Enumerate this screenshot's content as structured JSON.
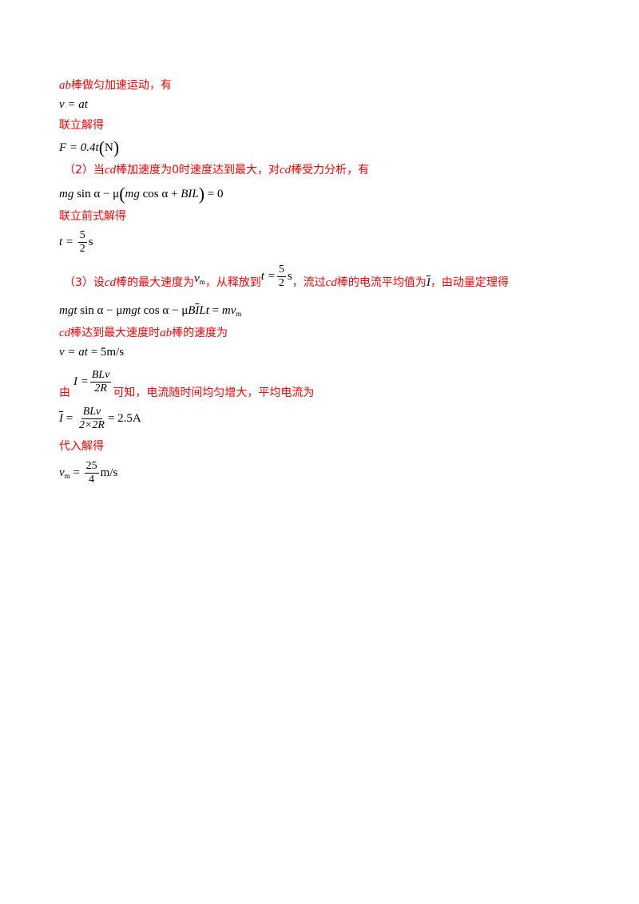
{
  "lines": {
    "l1": {
      "var": "ab",
      "text": "棒做匀加速运动，有"
    },
    "l2": {
      "formula": "v = at"
    },
    "l3": {
      "text": "联立解得"
    },
    "l4": {
      "lhs": "F = 0.4",
      "t": "t",
      "unit": "N"
    },
    "l5": {
      "pre": "（2）当",
      "var": "cd",
      "text": "棒加速度为0时速度达到最大，对",
      "var2": "cd",
      "text2": "棒受力分析，有"
    },
    "l6": {
      "a": "mg",
      "b": " sin α − μ",
      "c": "mg",
      "d": " cos α + ",
      "e": "BIL",
      "f": " = 0"
    },
    "l7": {
      "text": "联立前式解得"
    },
    "l8": {
      "lhs": "t =",
      "num": "5",
      "den": "2",
      "unit": "s"
    },
    "l9": {
      "pre": "（3）设",
      "var": "cd",
      "t1": "棒的最大速度为",
      "vm_v": "v",
      "vm_s": "m",
      "t2": "，从释放到",
      "t_lhs": "t =",
      "t_num": "5",
      "t_den": "2",
      "t_unit": "s",
      "t3": "，流过",
      "var2": "cd",
      "t4": "棒的电流平均值为",
      "ibar": "I",
      "t5": "，由动量定理得"
    },
    "l10": {
      "a": "mgt",
      "b": " sin α − μ",
      "c": "mgt",
      "d": " cos α − μ",
      "e": "B",
      "f": "I",
      "g": "Lt",
      "h": " = ",
      "k": "mv",
      "s": "m"
    },
    "l11": {
      "var": "cd",
      "t1": "棒达到最大速度时",
      "var2": "ab",
      "t2": "棒的速度为"
    },
    "l12": {
      "formula": "v = at",
      "rhs": " = 5m/s"
    },
    "l13": {
      "pre": "由",
      "lhs": "I =",
      "num": "BLv",
      "den": "2R",
      "t1": "可知，电流随时间均匀增大，平均电流为"
    },
    "l14": {
      "lhs": "I",
      "eq": " =",
      "num": "BLv",
      "den": "2×2R",
      "rhs": "= 2.5A"
    },
    "l15": {
      "text": "代入解得"
    },
    "l16": {
      "v": "v",
      "s": "m",
      "eq": " =",
      "num": "25",
      "den": "4",
      "unit": "m/s"
    }
  }
}
